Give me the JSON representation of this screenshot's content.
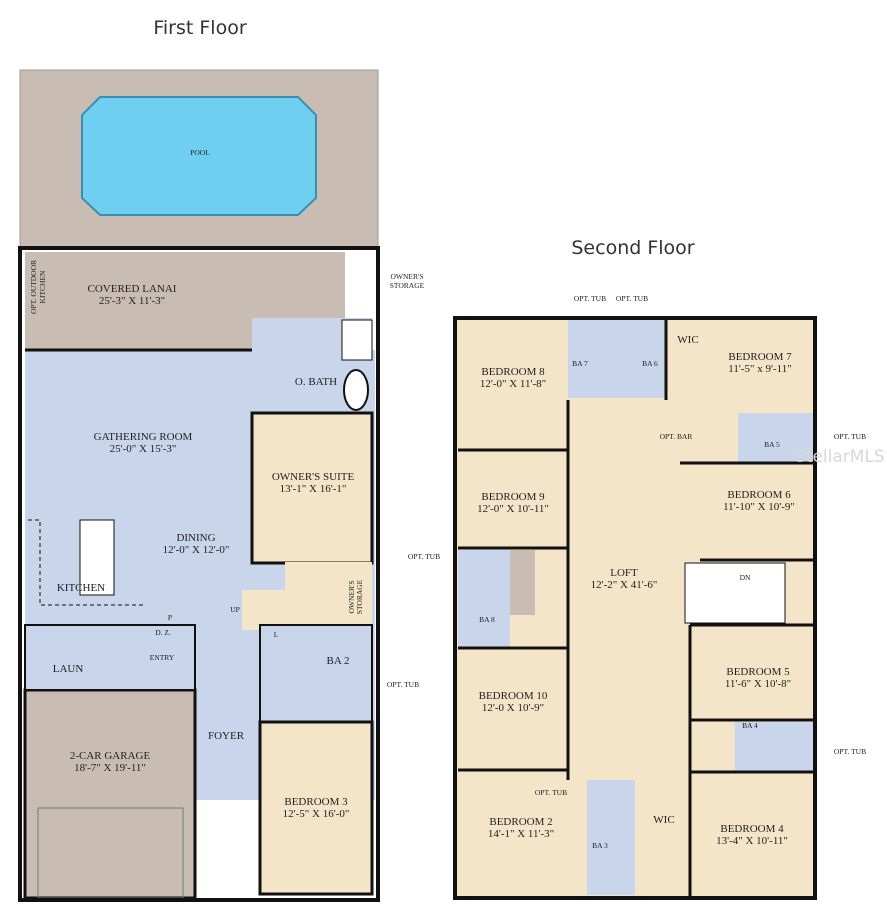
{
  "colors": {
    "lanai": "#c9bdb3",
    "living": "#c8d5ea",
    "bedroom": "#f4e4c8",
    "pool": "#6ecff0",
    "wall": "#111111"
  },
  "first_floor": {
    "title": "First Floor",
    "pool": "POOL",
    "lanai": {
      "name": "COVERED LANAI",
      "size": "25'-3\" X 11'-3\""
    },
    "outdoor_kitchen": [
      "OPT. OUTDOOR",
      "KITCHEN"
    ],
    "owners_storage_top": [
      "OWNER'S",
      "STORAGE"
    ],
    "obath": "O. BATH",
    "gathering": {
      "name": "GATHERING ROOM",
      "size": "25'-0\" X 15'-3\""
    },
    "owners_suite": {
      "name": "OWNER'S SUITE",
      "size": "13'-1\" X 16'-1\""
    },
    "dining": {
      "name": "DINING",
      "size": "12'-0\" X 12'-0\""
    },
    "kitchen": "KITCHEN",
    "owners_storage_side": [
      "OWNER'S",
      "STORAGE"
    ],
    "up": "UP",
    "pantry": "P",
    "dz": "D. Z.",
    "linen": "L",
    "entry": "ENTRY",
    "laun": "LAUN",
    "ba2": "BA 2",
    "opt_tub": "OPT. TUB",
    "foyer": "FOYER",
    "garage": {
      "name": "2-CAR GARAGE",
      "size": "18'-7\" X 19'-11\""
    },
    "bedroom3": {
      "name": "BEDROOM 3",
      "size": "12'-5\" X 16'-0\""
    }
  },
  "second_floor": {
    "title": "Second Floor",
    "opt_tub": "OPT. TUB",
    "opt_bar": "OPT. BAR",
    "dn": "DN",
    "wic": "WIC",
    "bedroom8": {
      "name": "BEDROOM 8",
      "size": "12'-0\" X 11'-8\""
    },
    "bedroom7": {
      "name": "BEDROOM 7",
      "size": "11'-5\" x 9'-11\""
    },
    "bedroom9": {
      "name": "BEDROOM 9",
      "size": "12'-0\" X 10'-11\""
    },
    "bedroom6": {
      "name": "BEDROOM 6",
      "size": "11'-10\" X 10'-9\""
    },
    "loft": {
      "name": "LOFT",
      "size": "12'-2\" X 41'-6\""
    },
    "bedroom5": {
      "name": "BEDROOM 5",
      "size": "11'-6\" X 10'-8\""
    },
    "bedroom10": {
      "name": "BEDROOM 10",
      "size": "12'-0 X 10'-9\""
    },
    "bedroom2": {
      "name": "BEDROOM 2",
      "size": "14'-1\" X 11'-3\""
    },
    "bedroom4": {
      "name": "BEDROOM 4",
      "size": "13'-4\" X 10'-11\""
    },
    "ba7": "BA 7",
    "ba6": "BA 6",
    "ba5": "BA 5",
    "ba8": "BA 8",
    "ba4": "BA 4",
    "ba3": "BA 3"
  },
  "watermark": "StellarMLS"
}
